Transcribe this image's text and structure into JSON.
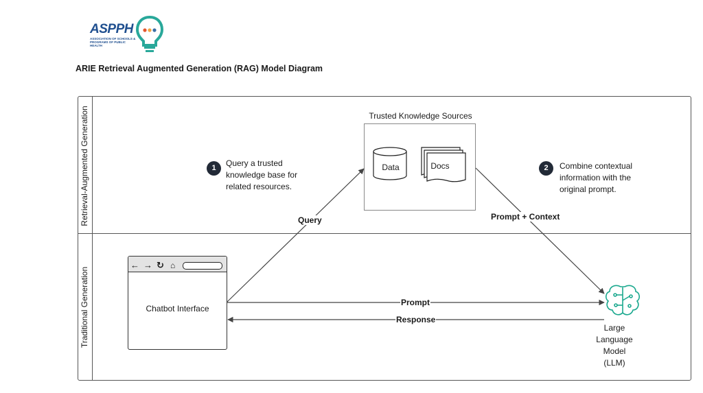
{
  "logo": {
    "name": "ASPPH",
    "subtitle": "ASSOCIATION OF SCHOOLS & PROGRAMS OF PUBLIC HEALTH"
  },
  "diagram": {
    "title": "ARIE Retrieval Augmented Generation (RAG) Model Diagram",
    "lanes": {
      "top": "Retrieval-Augmented Generation",
      "bottom": "Traditional Generation"
    },
    "knowledge_sources": {
      "title": "Trusted Knowledge Sources",
      "data": "Data",
      "docs": "Docs"
    },
    "steps": [
      {
        "number": "1",
        "text": "Query a trusted knowledge base for related resources."
      },
      {
        "number": "2",
        "text": "Combine contextual information with the original prompt."
      }
    ],
    "edges": {
      "query": "Query",
      "prompt_context": "Prompt + Context",
      "prompt": "Prompt",
      "response": "Response"
    },
    "chatbot": {
      "label": "Chatbot Interface"
    },
    "llm": {
      "label": "Large Language Model (LLM)"
    }
  },
  "colors": {
    "logo_blue": "#1f4f8f",
    "bulb_teal": "#29a89a",
    "llm_teal": "#1aa88e",
    "badge": "#222a37"
  }
}
